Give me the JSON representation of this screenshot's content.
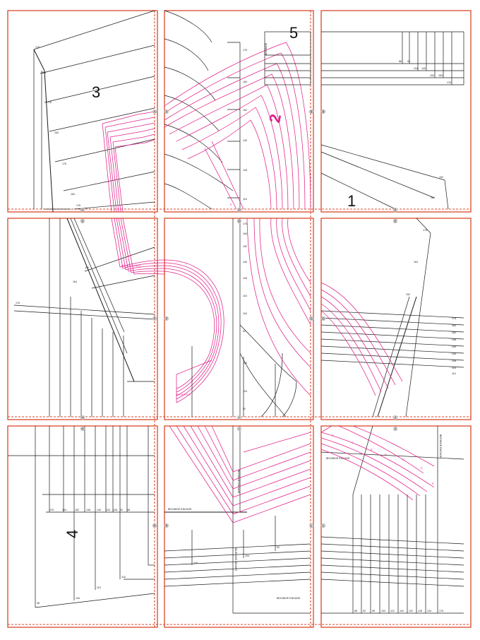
{
  "piece_numbers": [
    "1",
    "2",
    "3",
    "4",
    "5"
  ],
  "align_letters": [
    "A",
    "B",
    "C",
    "D",
    "E",
    "F",
    "G",
    "H",
    "I",
    "J",
    "K",
    "L"
  ],
  "size_labels": {
    "piece3": [
      "176",
      "164",
      "176",
      "164",
      "176",
      "164",
      "176"
    ],
    "piece4_base": [
      "176",
      "164",
      "152",
      "146",
      "140",
      "134",
      "128",
      "92",
      "98"
    ],
    "piece1_right": [
      "176",
      "164",
      "152",
      "146",
      "140",
      "134",
      "128",
      "116",
      "110"
    ],
    "piece1_base": [
      "86",
      "92",
      "98",
      "104",
      "110",
      "116",
      "122",
      "128",
      "134",
      "176"
    ],
    "piece5": [
      "86",
      "92",
      "116",
      "140",
      "152",
      "164",
      "176"
    ]
  },
  "vertical_texts": [
    "BEGIN/DE ENGAGE",
    "BEGIN/DE ENGAGE",
    "MILIEU/DE DEVANT",
    "MILIEU/DE DEVANT",
    "MILIEU/DE DEVANT"
  ],
  "horizontal_texts": [
    "BEGIN/DE ENGAGE",
    "BEGIN/DE ENGAGE",
    "BEGIN/DE ENGAGE"
  ],
  "colors": {
    "page_border": "#d9472b",
    "pattern_line": "#1a1a1a",
    "size_overlay": "#e0218a"
  }
}
